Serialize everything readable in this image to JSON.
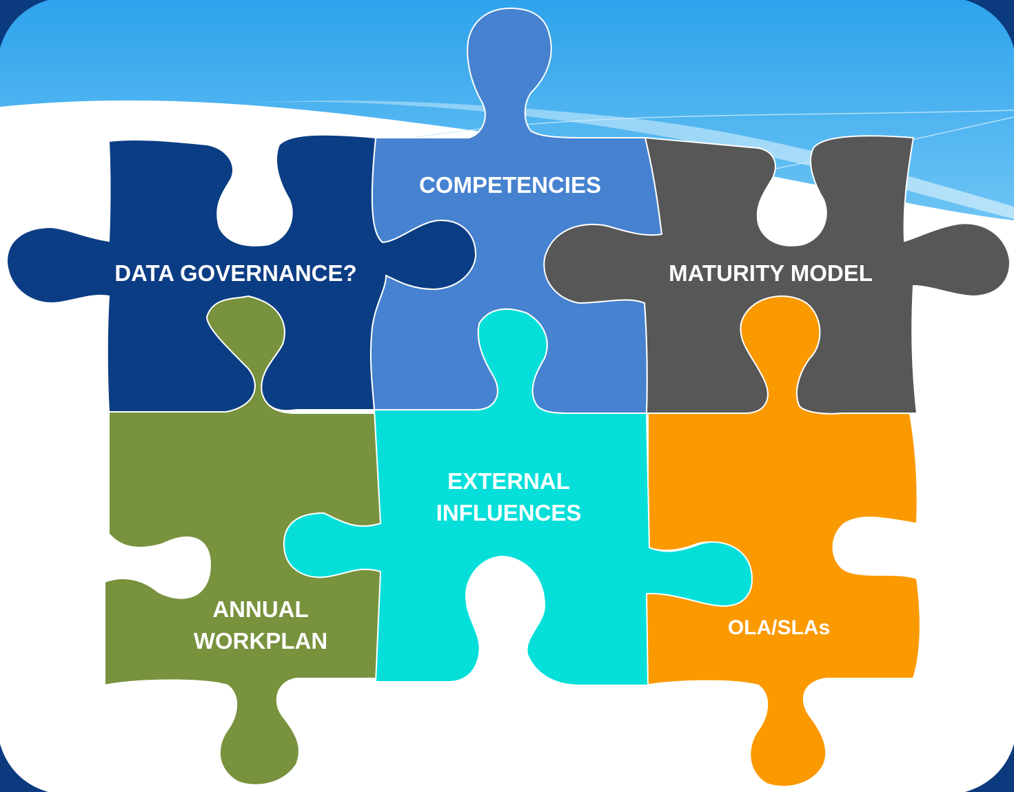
{
  "colors": {
    "sky_top": "#2EA3EC",
    "sky_bottom": "#63BFF3",
    "frame_navy": "#0B3A7E",
    "data_governance": "#0B3D84",
    "competencies": "#4682D0",
    "maturity_model": "#575757",
    "annual_workplan": "#78923D",
    "external_influences": "#06DFD9",
    "ola_slas": "#FB9900",
    "label_text": "#FFFFFF"
  },
  "pieces": {
    "data_governance": {
      "label": "DATA GOVERNANCE?"
    },
    "competencies": {
      "label": "COMPETENCIES"
    },
    "maturity_model": {
      "label": "MATURITY MODEL"
    },
    "annual_workplan": {
      "label_line1": "ANNUAL",
      "label_line2": "WORKPLAN"
    },
    "external_influences": {
      "label_line1": "EXTERNAL",
      "label_line2": "INFLUENCES"
    },
    "ola_slas": {
      "label": "OLA/SLAs"
    }
  }
}
